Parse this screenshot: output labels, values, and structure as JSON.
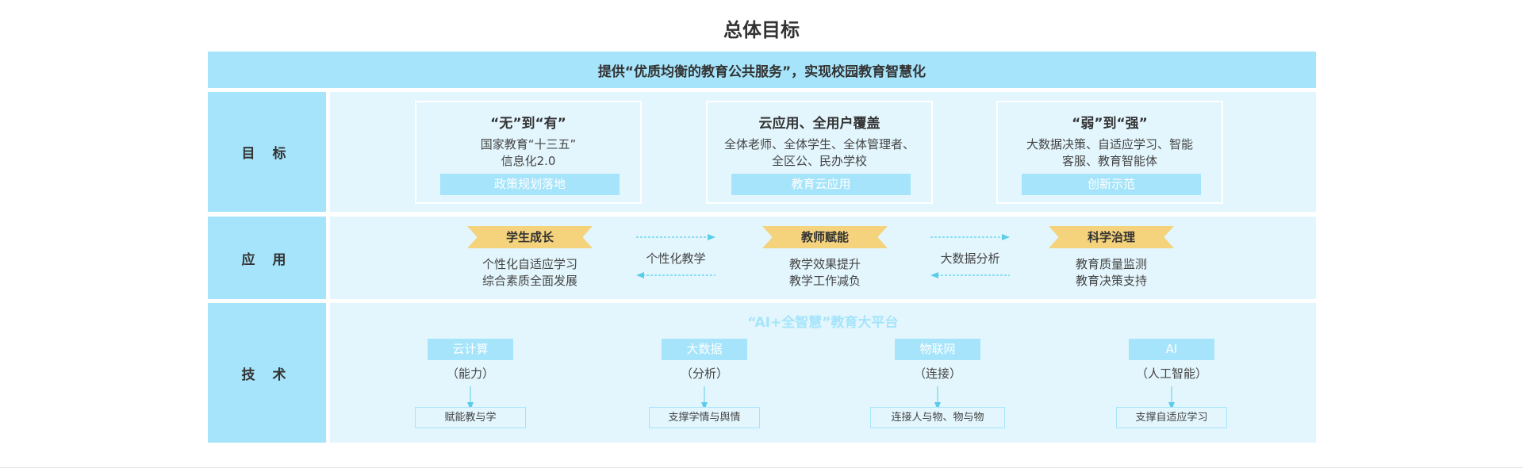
{
  "title": "总体目标",
  "banner": "提供“优质均衡的教育公共服务”，实现校园教育智慧化",
  "rows": {
    "goals_label": "目 标",
    "apps_label": "应 用",
    "tech_label": "技 术"
  },
  "goals": [
    {
      "title": "“无”到“有”",
      "desc_1": "国家教育“十三五”",
      "desc_2": "信息化2.0",
      "tag": "政策规划落地"
    },
    {
      "title": "云应用、全用户覆盖",
      "desc_1": "全体老师、全体学生、全体管理者、",
      "desc_2": "全区公、民办学校",
      "tag": "教育云应用"
    },
    {
      "title": "“弱”到“强”",
      "desc_1": "大数据决策、自适应学习、智能",
      "desc_2": "客服、教育智能体",
      "tag": "创新示范"
    }
  ],
  "applications": [
    {
      "name": "学生成长",
      "line_1": "个性化自适应学习",
      "line_2": "综合素质全面发展"
    },
    {
      "name": "教师赋能",
      "line_1": "教学效果提升",
      "line_2": "教学工作减负"
    },
    {
      "name": "科学治理",
      "line_1": "教育质量监测",
      "line_2": "教育决策支持"
    }
  ],
  "flows": [
    "个性化教学",
    "大数据分析"
  ],
  "technology": {
    "platform": "“AI+全智慧”教育大平台",
    "items": [
      {
        "name": "云计算",
        "sub": "（能力）",
        "result": "赋能教与学"
      },
      {
        "name": "大数据",
        "sub": "（分析）",
        "result": "支撑学情与舆情"
      },
      {
        "name": "物联网",
        "sub": "（连接）",
        "result": "连接人与物、物与物"
      },
      {
        "name": "AI",
        "sub": "（人工智能）",
        "result": "支撑自适应学习"
      }
    ]
  },
  "colors": {
    "accent_blue": "#a6e4fb",
    "panel_blue": "#e3f6fd",
    "ribbon_yellow": "#f5d27c",
    "arrow_cyan": "#5bcde8"
  }
}
